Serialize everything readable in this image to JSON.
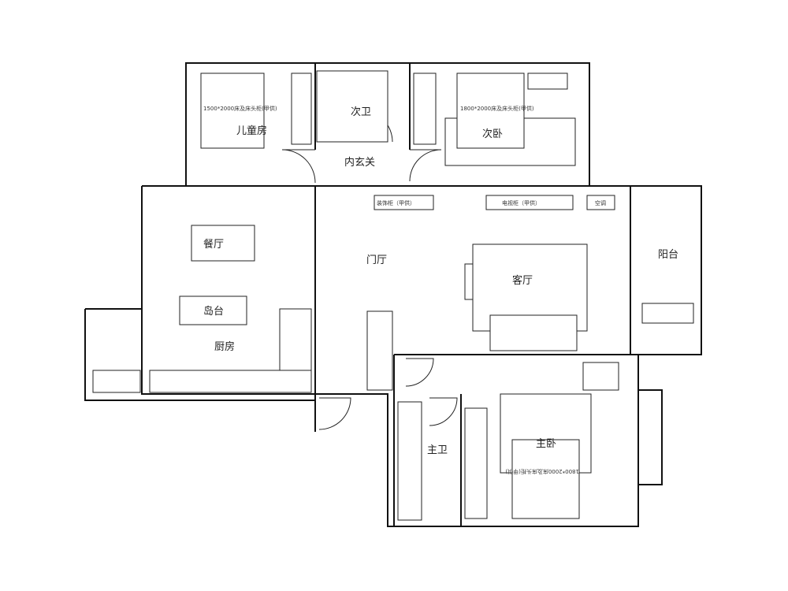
{
  "rooms": {
    "kids_room": "儿童房",
    "second_bath": "次卫",
    "second_bedroom": "次卧",
    "inner_foyer": "内玄关",
    "dining": "餐厅",
    "entrance_hall": "门厅",
    "living": "客厅",
    "balcony": "阳台",
    "island": "岛台",
    "kitchen": "厨房",
    "master_bath": "主卫",
    "master_bedroom": "主卧"
  },
  "notes": {
    "kids_bed": "1500*2000床及床头柜(甲供)",
    "second_bed": "1800*2000床及床头柜(甲供)",
    "master_bed": "1800*2000床及床头柜(甲供)",
    "decor_cabinet": "装饰柜（甲供）",
    "tv_cabinet": "电视柜（甲供）",
    "ac": "空调"
  }
}
